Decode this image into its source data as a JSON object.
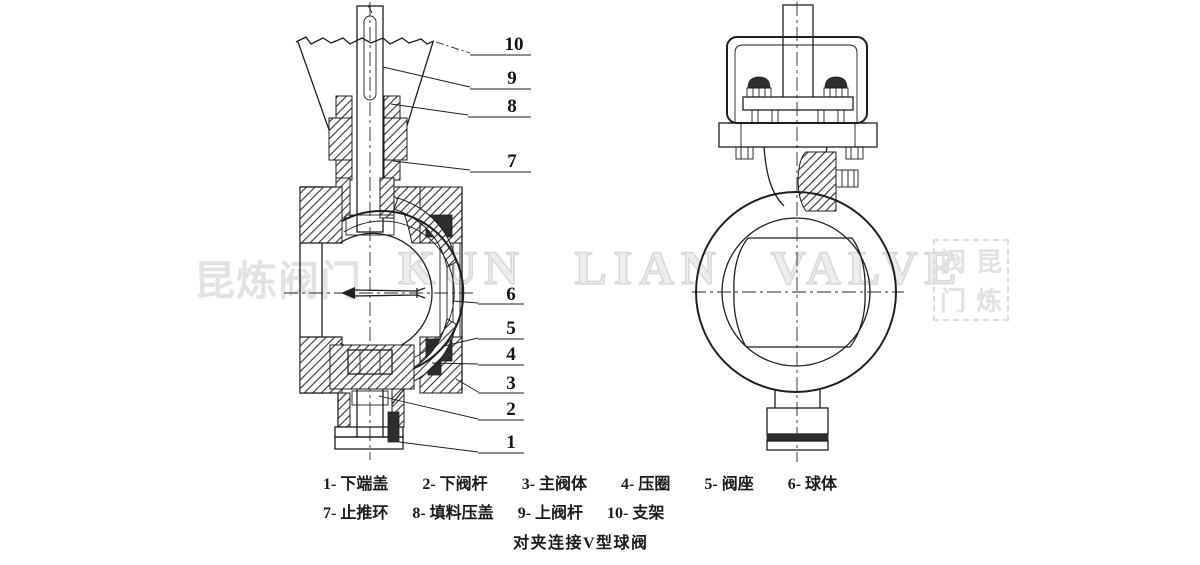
{
  "title": "对夹连接V型球阀",
  "legend": {
    "row1": [
      "1- 下端盖",
      "2- 下阀杆",
      "3- 主阀体",
      "4- 压圈",
      "5- 阀座",
      "6- 球体"
    ],
    "row2": [
      "7- 止推环",
      "8- 填料压盖",
      "9- 上阀杆",
      "10- 支架"
    ]
  },
  "callouts": [
    "1",
    "2",
    "3",
    "4",
    "5",
    "6",
    "7",
    "8",
    "9",
    "10"
  ],
  "watermark": {
    "cn": "昆炼阀门",
    "en": "KUN LIAN VALVE",
    "seal": [
      "阀",
      "昆",
      "门",
      "炼"
    ]
  },
  "colors": {
    "line": "#1f1f1f",
    "watermark_gray": "#e2e2e2",
    "background": "#ffffff"
  }
}
